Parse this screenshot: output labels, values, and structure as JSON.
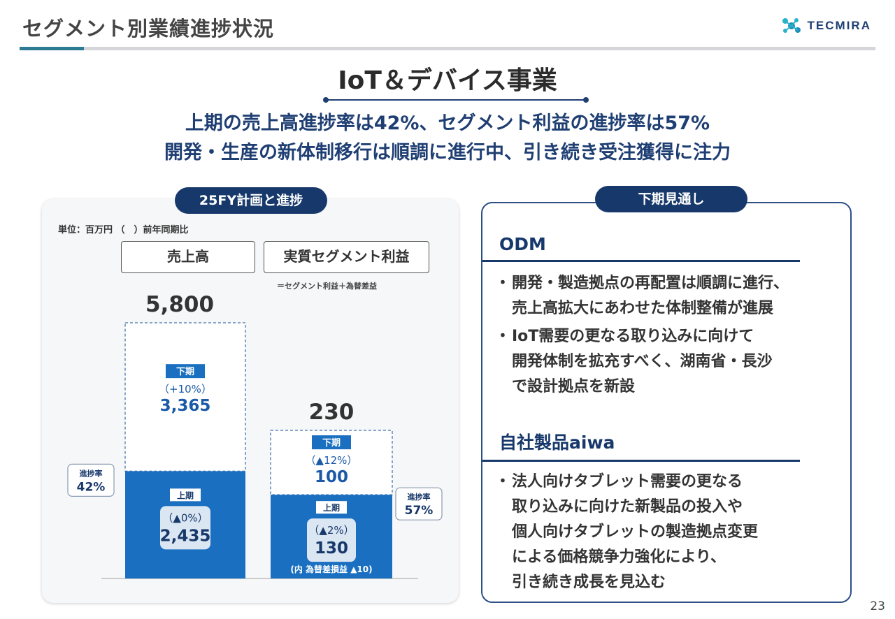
{
  "header": {
    "title": "セグメント別業績進捗状況",
    "logo_text": "TECMIRA"
  },
  "section": {
    "title": "IoT＆デバイス事業",
    "summary_line1": "上期の売上高進捗率は42%、セグメント利益の進捗率は57%",
    "summary_line2": "開発・生産の新体制移行は順調に進行中、引き続き受注獲得に注力"
  },
  "left_panel": {
    "pill_label": "25FY計画と進捗",
    "unit_note": "単位：百万円 （　）前年同期比",
    "col1_label": "売上高",
    "col2_label": "実質セグメント利益",
    "col2_note": "＝セグメント利益＋為替差益"
  },
  "right_panel": {
    "pill_label": "下期見通し",
    "odm": {
      "heading": "ODM",
      "bullets": [
        [
          "開発・製造拠点の再配置は順調に進行、",
          "売上高拡大にあわせた体制整備が進展"
        ],
        [
          "IoT需要の更なる取り込みに向けて",
          "開発体制を拡充すべく、湖南省・長沙",
          "で設計拠点を新設"
        ]
      ]
    },
    "aiwa": {
      "heading": "自社製品aiwa",
      "bullets": [
        [
          "法人向けタブレット需要の更なる",
          "取り込みに向けた新製品の投入や",
          "個人向けタブレットの製造拠点変更",
          "による価格競争力強化により、",
          "引き続き成長を見込む"
        ]
      ]
    }
  },
  "page_number": "23",
  "colors": {
    "navy": "#17386a",
    "bar_blue": "#1a6fc1",
    "dashed_border": "#5f88b8",
    "value_blue": "#1a5aa8"
  },
  "chart_data": {
    "type": "bar",
    "stacked": true,
    "categories": [
      "売上高",
      "実質セグメント利益"
    ],
    "series": [
      {
        "name": "上期",
        "values": [
          2435,
          130
        ],
        "yoy": [
          "（▲0%）",
          "（▲2%）"
        ],
        "labels": [
          "2,435",
          "130"
        ]
      },
      {
        "name": "下期",
        "values": [
          3365,
          100
        ],
        "yoy": [
          "（+10%）",
          "（▲12%）"
        ],
        "labels": [
          "3,365",
          "100"
        ]
      }
    ],
    "totals": [
      "5,800",
      "230"
    ],
    "progress_label": "進捗率",
    "progress": [
      "42%",
      "57%"
    ],
    "extra_note": [
      "",
      "(内 為替差損益 ▲10)"
    ]
  }
}
